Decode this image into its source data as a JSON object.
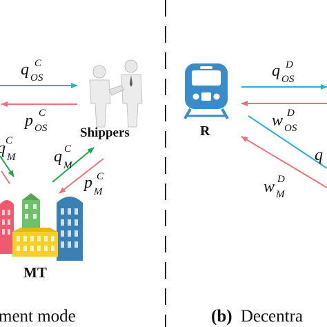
{
  "nodes": {
    "shippers_label": "Shippers",
    "mt_label": "MT",
    "r_label": "R"
  },
  "captions": {
    "left": "ment mode",
    "right_prefix": "(b)",
    "right_text": "Decentra"
  },
  "edge_labels": {
    "q_os_c": {
      "base": "q",
      "sub": "OS",
      "sup": "C"
    },
    "p_os_c": {
      "base": "p",
      "sub": "OS",
      "sup": "C"
    },
    "q_m_c_left": {
      "base": "q",
      "sub": "M",
      "sup": "C"
    },
    "q_m_c": {
      "base": "q",
      "sub": "M",
      "sup": "C"
    },
    "p_m_c": {
      "base": "p",
      "sub": "M",
      "sup": "C"
    },
    "q_os_d": {
      "base": "q",
      "sub": "OS",
      "sup": "D"
    },
    "w_os_d": {
      "base": "w",
      "sub": "OS",
      "sup": "D"
    },
    "w_m_d": {
      "base": "w",
      "sub": "M",
      "sup": "D"
    },
    "q_right_partial": {
      "base": "q",
      "sub": "",
      "sup": ""
    }
  },
  "colors": {
    "blue_arrow": "#2eaed6",
    "red_arrow": "#e8737a",
    "green_arrow": "#1fa64a",
    "divider": "#222222",
    "train": "#3a8cc9"
  },
  "icons": [
    "handshake-people-icon",
    "city-buildings-icon",
    "train-icon"
  ]
}
